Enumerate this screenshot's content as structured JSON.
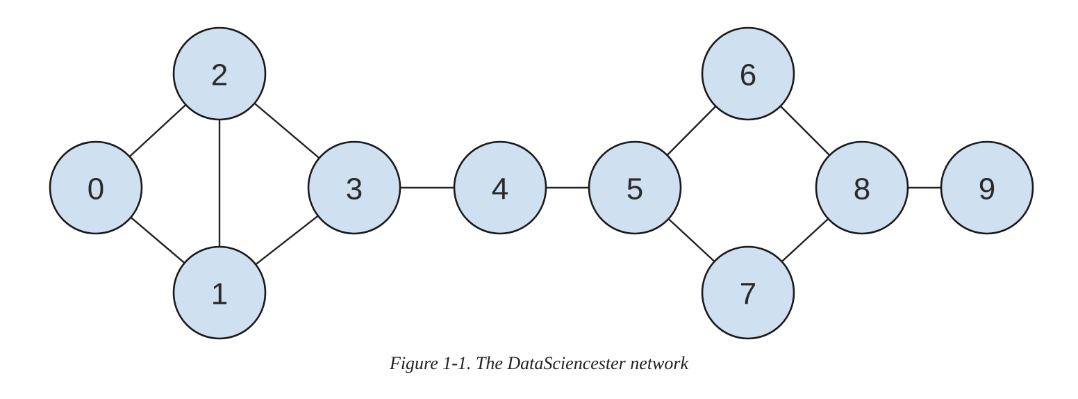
{
  "caption": "Figure 1-1. The DataSciencester network",
  "colors": {
    "node_fill": "#cfe0f1",
    "node_stroke": "#1a1a1a",
    "edge": "#222222"
  },
  "nodes": [
    {
      "id": 0,
      "label": "0"
    },
    {
      "id": 1,
      "label": "1"
    },
    {
      "id": 2,
      "label": "2"
    },
    {
      "id": 3,
      "label": "3"
    },
    {
      "id": 4,
      "label": "4"
    },
    {
      "id": 5,
      "label": "5"
    },
    {
      "id": 6,
      "label": "6"
    },
    {
      "id": 7,
      "label": "7"
    },
    {
      "id": 8,
      "label": "8"
    },
    {
      "id": 9,
      "label": "9"
    }
  ],
  "edges": [
    [
      0,
      1
    ],
    [
      0,
      2
    ],
    [
      1,
      2
    ],
    [
      1,
      3
    ],
    [
      2,
      3
    ],
    [
      3,
      4
    ],
    [
      4,
      5
    ],
    [
      5,
      6
    ],
    [
      5,
      7
    ],
    [
      6,
      8
    ],
    [
      7,
      8
    ],
    [
      8,
      9
    ]
  ]
}
